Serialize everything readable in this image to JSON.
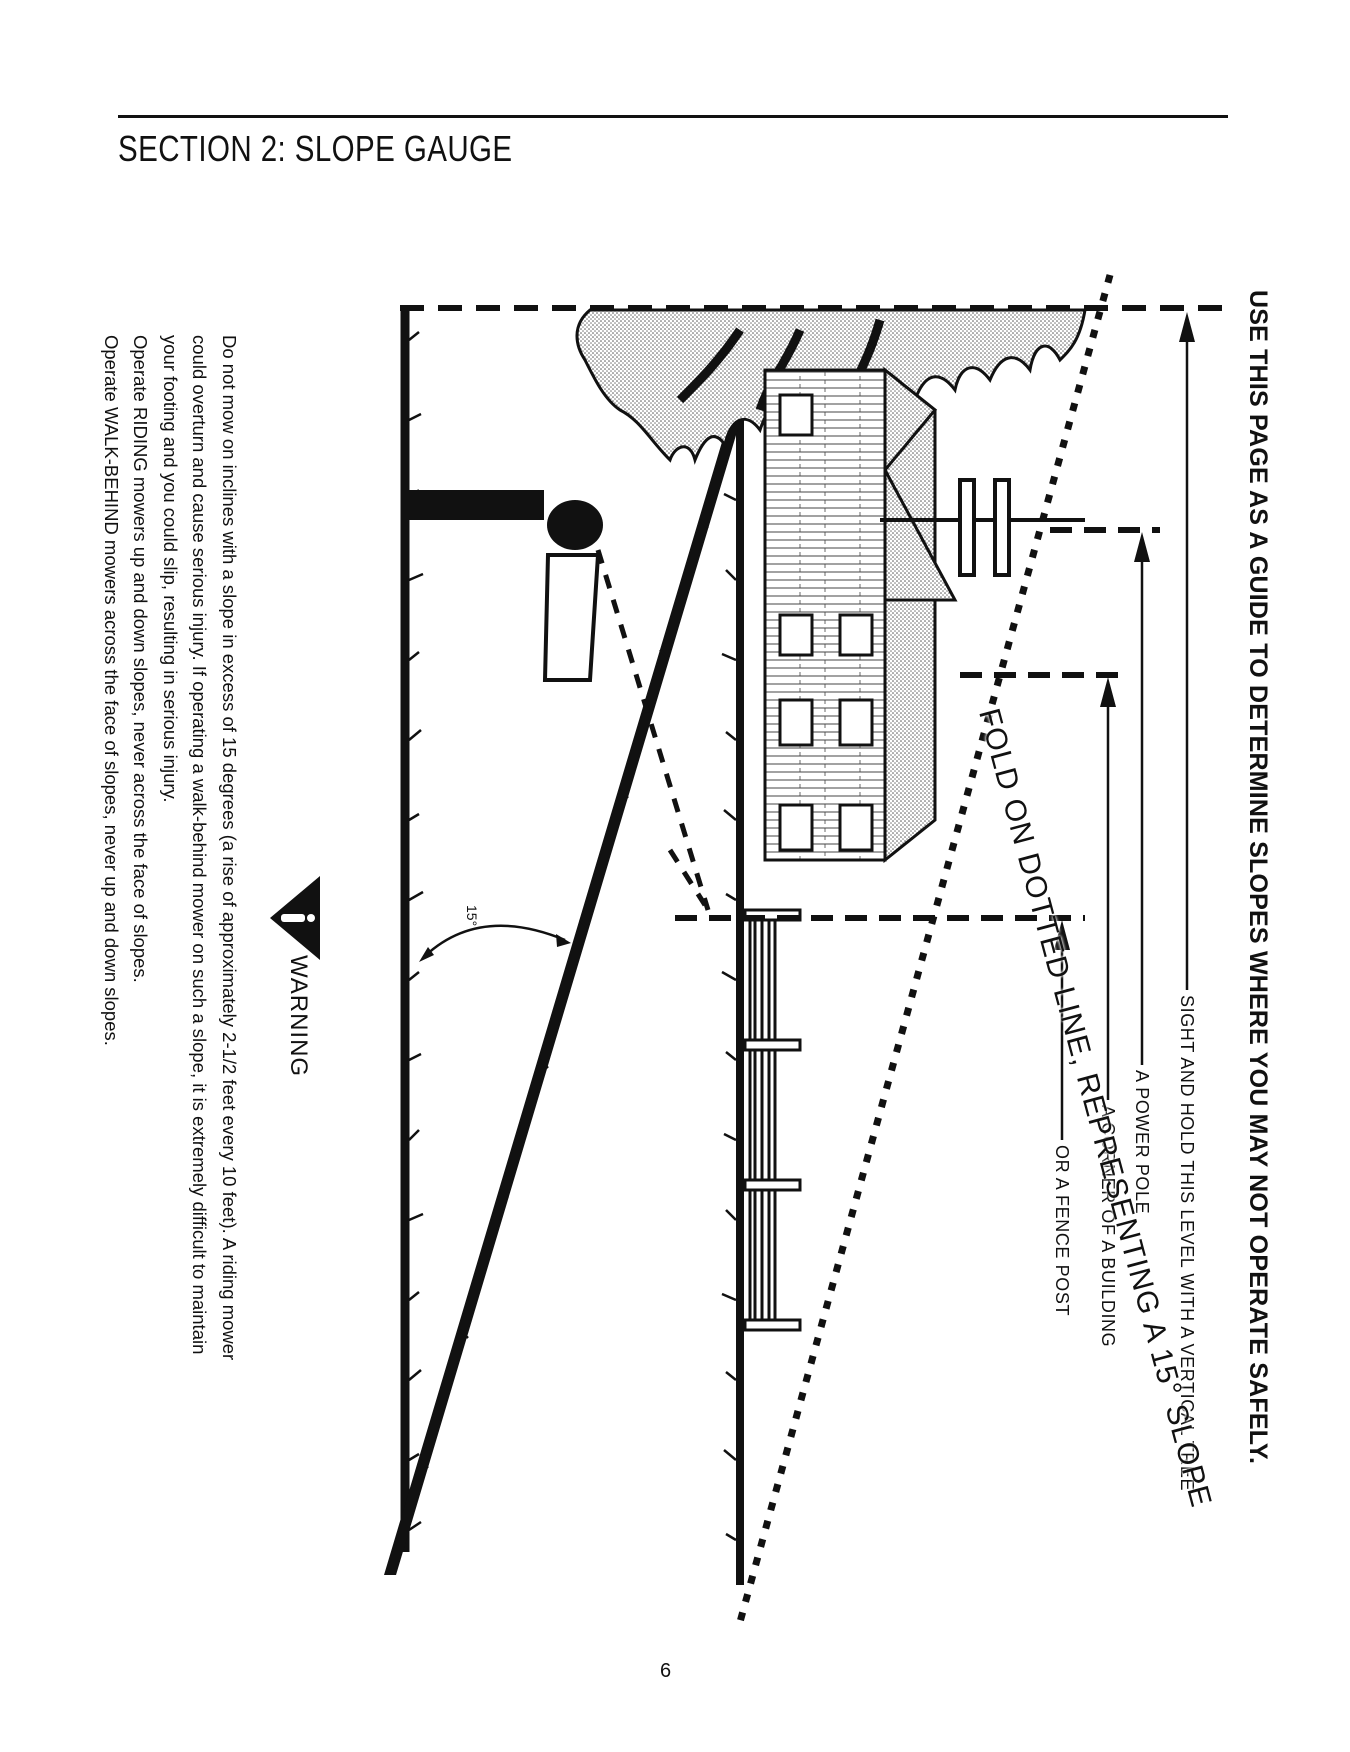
{
  "section_title": "SECTION 2:  SLOPE GAUGE",
  "headline": "USE THIS PAGE AS A GUIDE TO DETERMINE SLOPES WHERE YOU MAY NOT OPERATE SAFELY.",
  "reference_labels": {
    "tree": "SIGHT AND HOLD THIS LEVEL WITH A VERTICAL TREE",
    "power_pole": "A POWER POLE",
    "building": "A CORNER OF A BUILDING",
    "fence": "OR A FENCE POST"
  },
  "fold_label": "FOLD ON DOTTED LINE, REPRESENTING A 15° SLOPE",
  "angle_label": "15°",
  "warning": {
    "icon": "warning-triangle-icon",
    "title": "WARNING",
    "lines": [
      "Do not mow on inclines with a slope in excess of 15 degrees (a rise of approximately 2-1/2 feet every 10 feet).  A riding mower",
      "could overturn and cause serious injury.  If operating a walk-behind mower on such a slope, it is extremely difficult to maintain",
      "your footing and you could slip, resulting in serious injury.",
      "Operate RIDING mowers up and down slopes, never across the face of slopes.",
      "Operate WALK-BEHIND mowers across the face of slopes, never up and down slopes."
    ]
  },
  "page_number": "6"
}
